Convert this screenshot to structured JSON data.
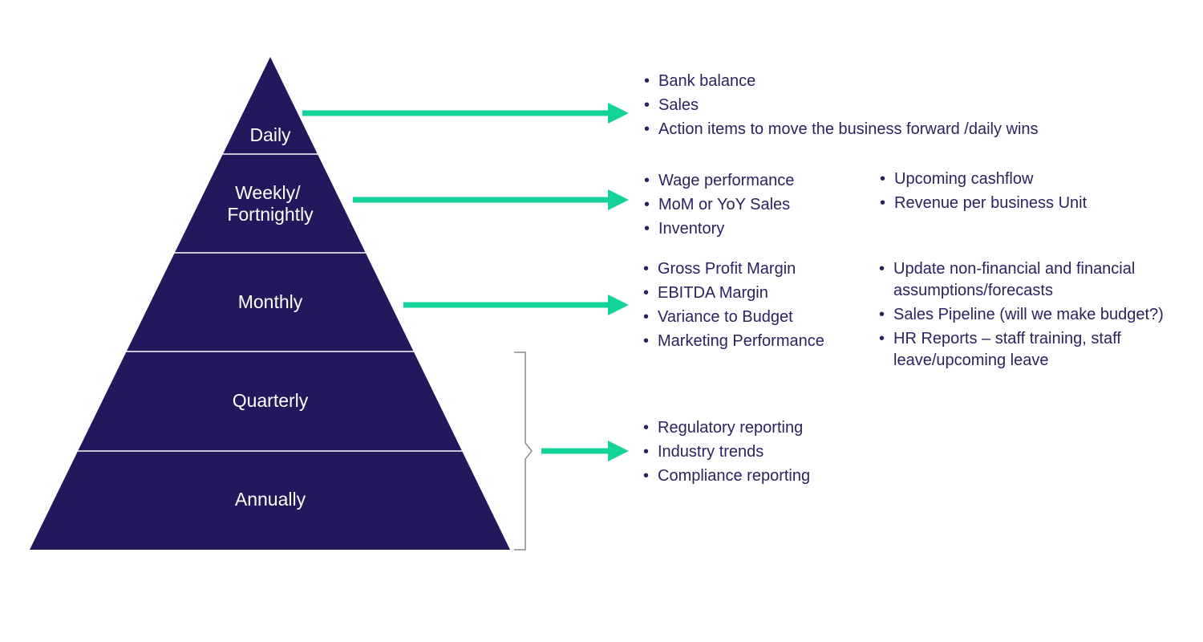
{
  "colors": {
    "pyramid": "#24175c",
    "divider": "#ffffff",
    "arrow": "#14d39a",
    "bracket": "#8a8a8a",
    "text": "#2a2360"
  },
  "tiers": [
    {
      "label_lines": [
        "Daily"
      ]
    },
    {
      "label_lines": [
        "Weekly/",
        "Fortnightly"
      ]
    },
    {
      "label_lines": [
        "Monthly"
      ]
    },
    {
      "label_lines": [
        "Quarterly"
      ]
    },
    {
      "label_lines": [
        "Annually"
      ]
    }
  ],
  "lists": {
    "daily": [
      "Bank balance",
      "Sales",
      "Action items to move the business forward /daily wins"
    ],
    "weekly_left": [
      "Wage performance",
      "MoM or YoY Sales",
      "Inventory"
    ],
    "weekly_right": [
      "Upcoming cashflow",
      "Revenue per business Unit"
    ],
    "monthly_left": [
      "Gross Profit Margin",
      "EBITDA Margin",
      "Variance to Budget",
      "Marketing Performance"
    ],
    "monthly_right": [
      "Update non-financial and financial assumptions/forecasts",
      "Sales Pipeline (will we make budget?)",
      "HR Reports – staff training, staff leave/upcoming leave"
    ],
    "quarterly_annual": [
      "Regulatory reporting",
      "Industry trends",
      "Compliance reporting"
    ]
  }
}
